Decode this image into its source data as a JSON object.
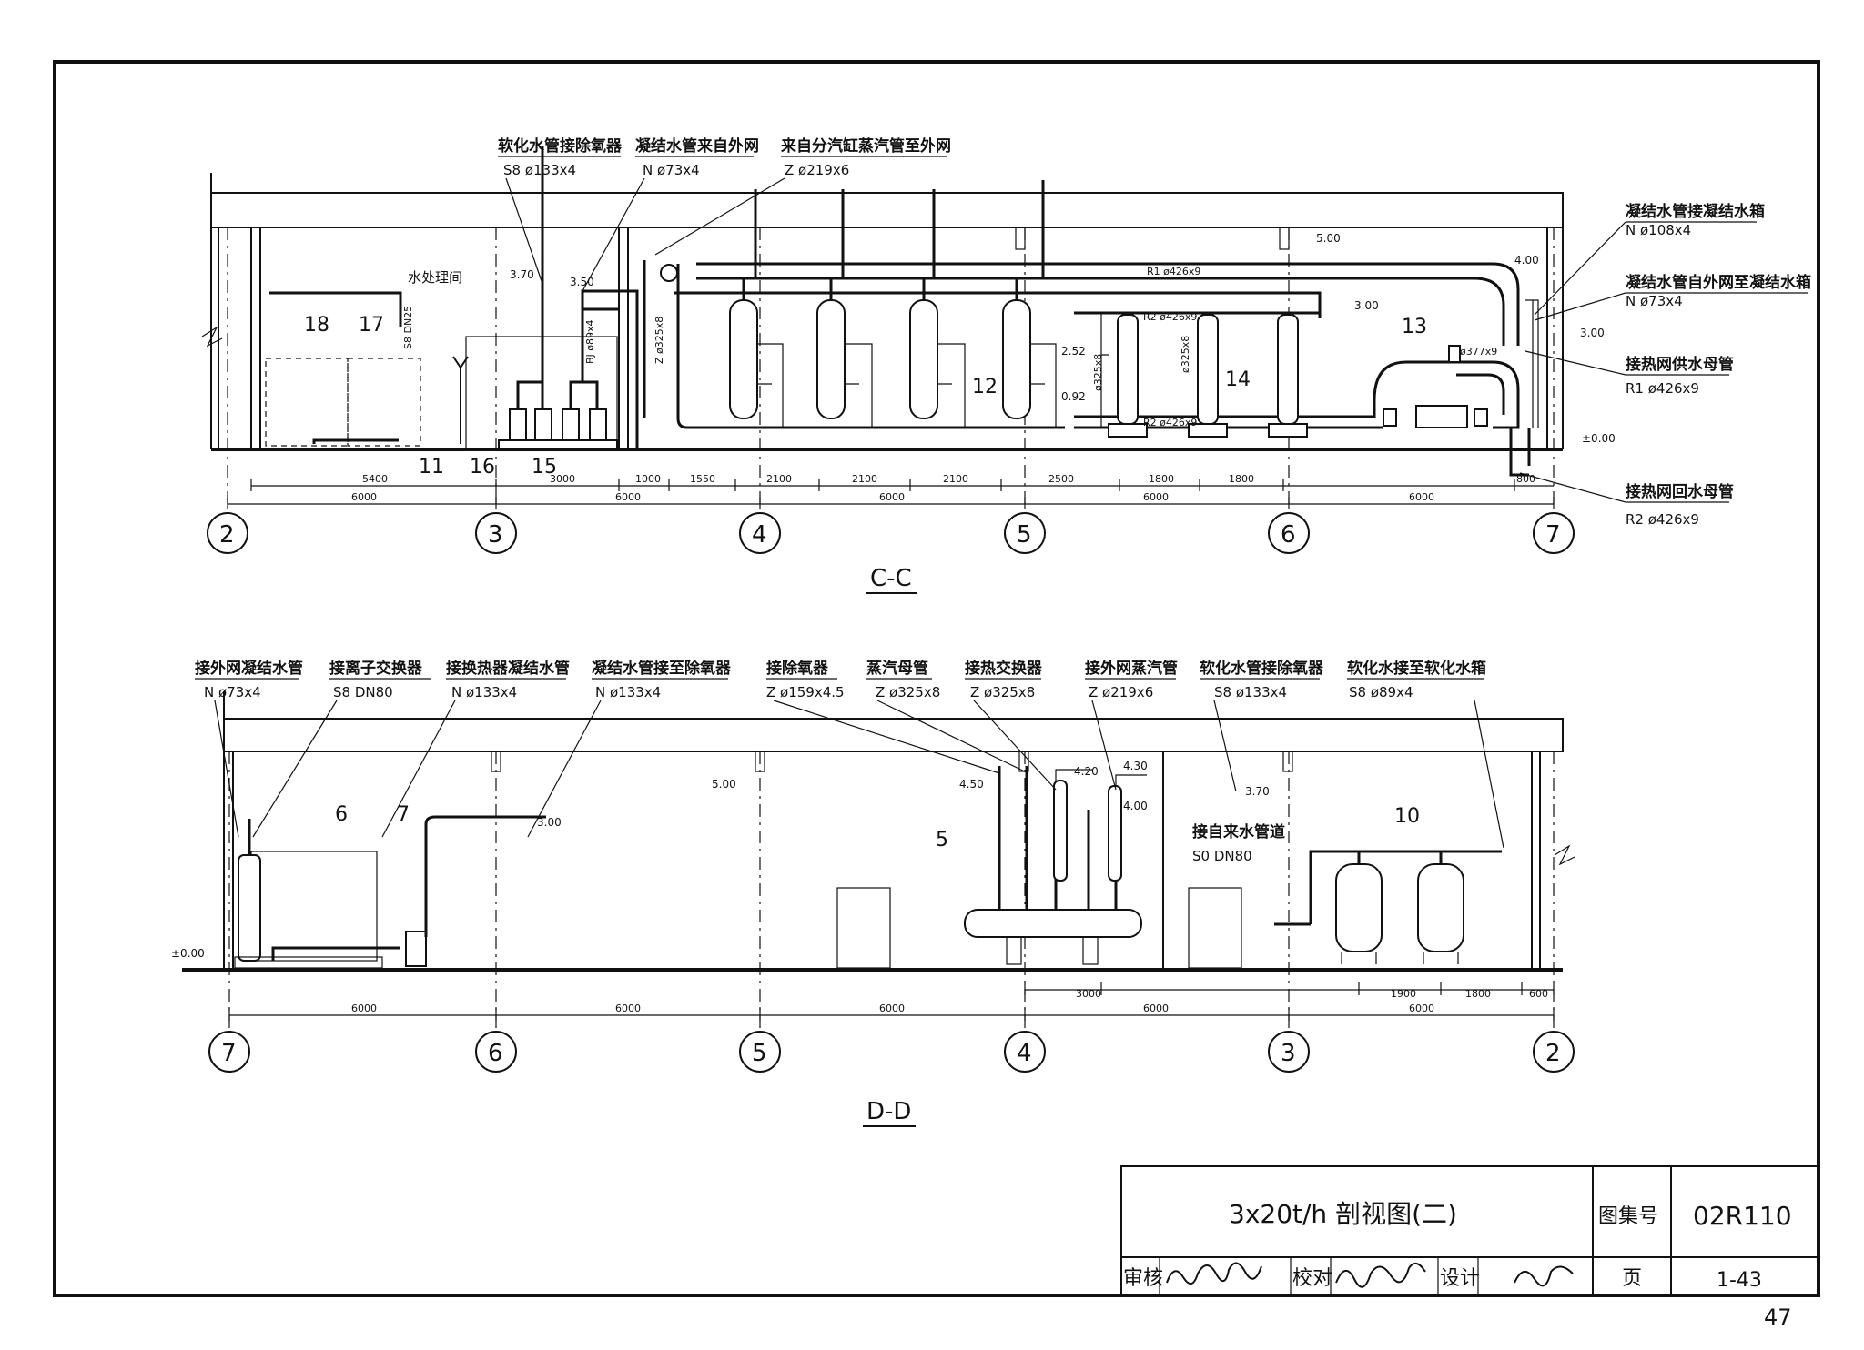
{
  "section_cc": {
    "title": "C-C",
    "top_labels": [
      {
        "name": "软化水管接除氧器",
        "spec": "S8 ø133x4"
      },
      {
        "name": "凝结水管来自外网",
        "spec": "N ø73x4"
      },
      {
        "name": "来自分汽缸蒸汽管至外网",
        "spec": "Z ø219x6"
      }
    ],
    "right_labels": [
      {
        "name": "凝结水管接凝结水箱",
        "spec": "N ø108x4"
      },
      {
        "name": "凝结水管自外网至凝结水箱",
        "spec": "N ø73x4"
      },
      {
        "name": "接热网供水母管",
        "spec": "R1 ø426x9"
      },
      {
        "name": "接热网回水母管",
        "spec": "R2 ø426x9"
      }
    ],
    "room_label": "水处理间",
    "inline_labels": [
      "Z ø325x8",
      "BJ ø89x4",
      "S8 DN25",
      "R1 ø426x9",
      "R2 ø426x9",
      "R2 ø426x9",
      "ø377x9",
      "ø325x8",
      "ø325x8"
    ],
    "elevations": [
      "3.70",
      "3.50",
      "5.00",
      "4.00",
      "3.00",
      "2.52",
      "0.92",
      "3.00",
      "±0.00"
    ],
    "item_numbers": [
      "18",
      "17",
      "11",
      "16",
      "15",
      "12",
      "14",
      "13"
    ],
    "dims_lower": [
      "5400",
      "3000",
      "1000",
      "1550",
      "2100",
      "2100",
      "2100",
      "2500",
      "1800",
      "1800",
      "800"
    ],
    "dims_axis": [
      "6000",
      "6000",
      "6000",
      "6000",
      "6000"
    ],
    "axes": [
      "2",
      "3",
      "4",
      "5",
      "6",
      "7"
    ]
  },
  "section_dd": {
    "title": "D-D",
    "top_labels": [
      {
        "name": "接外网凝结水管",
        "spec": "N ø73x4"
      },
      {
        "name": "接离子交换器",
        "spec": "S8 DN80"
      },
      {
        "name": "接换热器凝结水管",
        "spec": "N ø133x4"
      },
      {
        "name": "凝结水管接至除氧器",
        "spec": "N ø133x4"
      },
      {
        "name": "接除氧器",
        "spec": "Z ø159x4.5"
      },
      {
        "name": "蒸汽母管",
        "spec": "Z ø325x8"
      },
      {
        "name": "接热交换器",
        "spec": "Z ø325x8"
      },
      {
        "name": "接外网蒸汽管",
        "spec": "Z ø219x6"
      },
      {
        "name": "软化水管接除氧器",
        "spec": "S8 ø133x4"
      },
      {
        "name": "软化水接至软化水箱",
        "spec": "S8 ø89x4"
      }
    ],
    "mid_label": {
      "name": "接自来水管道",
      "spec": "S0 DN80"
    },
    "elevations": [
      "5.00",
      "4.50",
      "4.20",
      "4.30",
      "4.00",
      "3.70",
      "3.00",
      "±0.00"
    ],
    "item_numbers": [
      "6",
      "7",
      "5",
      "10"
    ],
    "dims_lower": [
      "3000",
      "1900",
      "1800",
      "600"
    ],
    "dims_axis": [
      "6000",
      "6000",
      "6000",
      "6000",
      "6000"
    ],
    "axes": [
      "7",
      "6",
      "5",
      "4",
      "3",
      "2"
    ]
  },
  "title_block": {
    "title": "3x20t/h 剖视图(二)",
    "atlas_label": "图集号",
    "atlas_no": "02R110",
    "review_label": "审核",
    "check_label": "校对",
    "design_label": "设计",
    "page_label": "页",
    "page_no": "1-43"
  },
  "sheet_number": "47"
}
